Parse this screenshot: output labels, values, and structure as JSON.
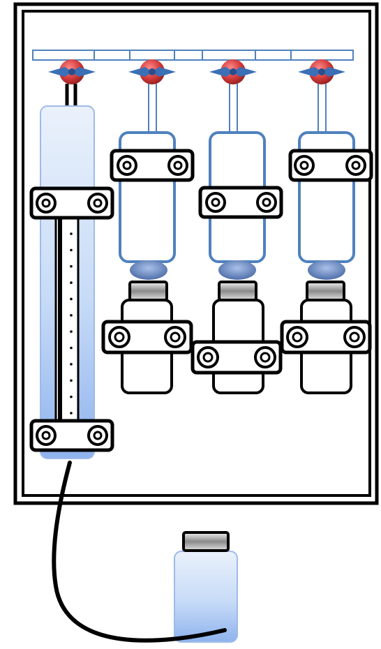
{
  "diagram": {
    "colors": {
      "outline": "#000000",
      "vessel_border": "#4f81bd",
      "fill_light": "#eaf1fb",
      "fill_mid": "#c7dbf7",
      "fill_dark": "#8fb3ee",
      "stopcock_red": "#d23a3a",
      "stopcock_blue": "#3b6fb6",
      "cap_gray": "#7a7a7a"
    },
    "parts": {
      "manifold": "manifold-rail",
      "stopcocks": [
        "stopcock-icon",
        "stopcock-icon",
        "stopcock-icon",
        "stopcock-icon"
      ],
      "burette": "burette-column",
      "separatory_funnels": [
        "funnel-1",
        "funnel-2",
        "funnel-3"
      ],
      "collection_flasks": [
        "flask-1",
        "flask-2",
        "flask-3"
      ],
      "receiver": "receiver-bottle",
      "tubing": "drain-tube"
    },
    "burette_tick_count": 12
  }
}
